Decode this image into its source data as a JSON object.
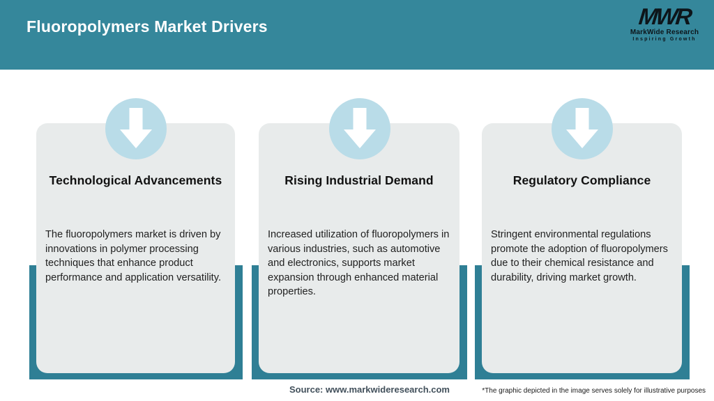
{
  "header": {
    "title": "Fluoropolymers Market Drivers"
  },
  "logo": {
    "monogram": "MWR",
    "name": "MarkWide Research",
    "tagline": "Inspiring Growth"
  },
  "cards": [
    {
      "icon": "down-arrow-icon",
      "title": "Technological Advancements",
      "description": "The fluoropolymers market is driven by\ninnovations in polymer processing\ntechniques that enhance product\nperformance and application versatility."
    },
    {
      "icon": "down-arrow-icon",
      "title": "Rising Industrial Demand",
      "description": "Increased utilization of fluoropolymers in\nvarious industries, such as automotive\nand electronics, supports market\nexpansion through enhanced material\nproperties."
    },
    {
      "icon": "down-arrow-icon",
      "title": "Regulatory Compliance",
      "description": "Stringent environmental regulations\npromote the adoption of fluoropolymers\ndue to their chemical resistance and\ndurability, driving market growth."
    }
  ],
  "footer": {
    "source": "Source: www.markwideresearch.com",
    "disclaimer": "*The graphic depicted in the image serves solely for illustrative purposes"
  },
  "colors": {
    "header_teal": "#35879b",
    "panel_teal": "#2f7f95",
    "circle_blue": "#b9dce8",
    "card_gray": "#e8ebeb"
  }
}
